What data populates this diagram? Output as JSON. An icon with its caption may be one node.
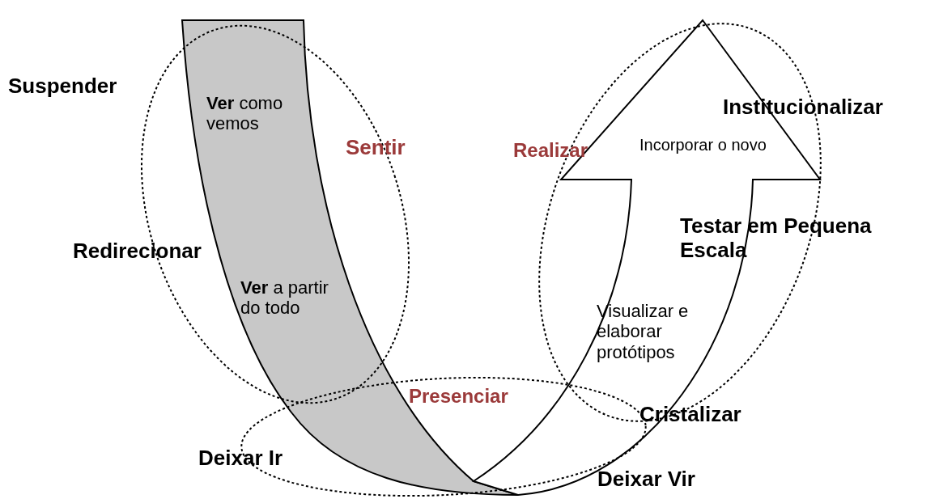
{
  "diagram": {
    "labels": [
      "Suspender",
      "Institucionalizar",
      "**Ver** como vemos",
      "Sentir",
      "Realizar",
      "Incorporar o novo",
      "Testar em Pequena Escala",
      "Redirecionar",
      "**Ver** a partir do todo",
      "Visualizar e elaborar protótipos",
      "Presenciar",
      "Cristalizar",
      "Deixar Ir",
      "Deixar Vir"
    ]
  }
}
